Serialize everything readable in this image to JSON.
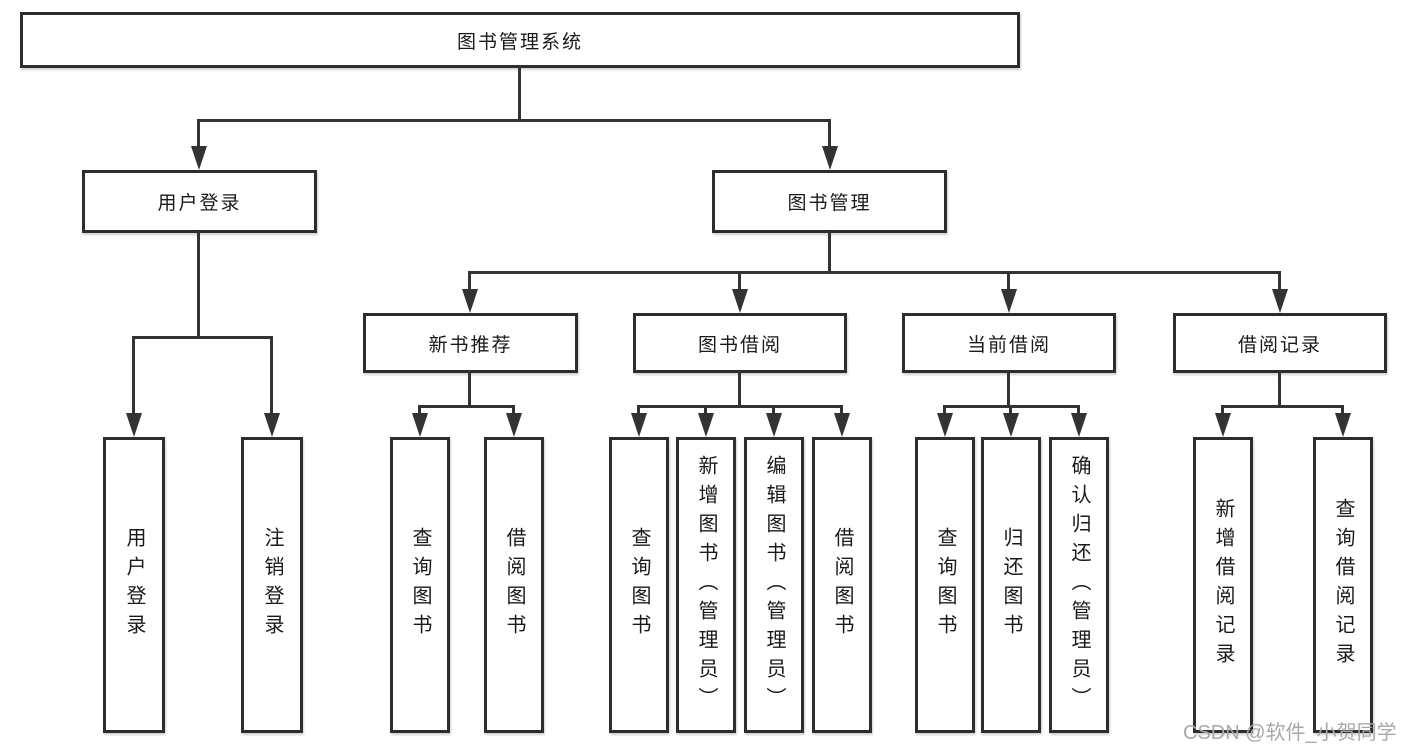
{
  "tree": {
    "root": {
      "label": "图书管理系统"
    },
    "branches": [
      {
        "label": "用户登录",
        "children": [
          {
            "label": "用户登录"
          },
          {
            "label": "注销登录"
          }
        ]
      },
      {
        "label": "图书管理",
        "children": [
          {
            "label": "新书推荐",
            "children": [
              {
                "label": "查询图书"
              },
              {
                "label": "借阅图书"
              }
            ]
          },
          {
            "label": "图书借阅",
            "children": [
              {
                "label": "查询图书"
              },
              {
                "label": "新增图书（管理员）"
              },
              {
                "label": "编辑图书（管理员）"
              },
              {
                "label": "借阅图书"
              }
            ]
          },
          {
            "label": "当前借阅",
            "children": [
              {
                "label": "查询图书"
              },
              {
                "label": "归还图书"
              },
              {
                "label": "确认归还（管理员）"
              }
            ]
          },
          {
            "label": "借阅记录",
            "children": [
              {
                "label": "新增借阅记录"
              },
              {
                "label": "查询借阅记录"
              }
            ]
          }
        ]
      }
    ]
  },
  "watermark": {
    "text": "CSDN @软件_小贺同学"
  },
  "colors": {
    "line": "#333333",
    "border": "#2d2d2d",
    "text": "#1a1a1a",
    "watermark": "#a9a9a9",
    "background": "#ffffff"
  }
}
